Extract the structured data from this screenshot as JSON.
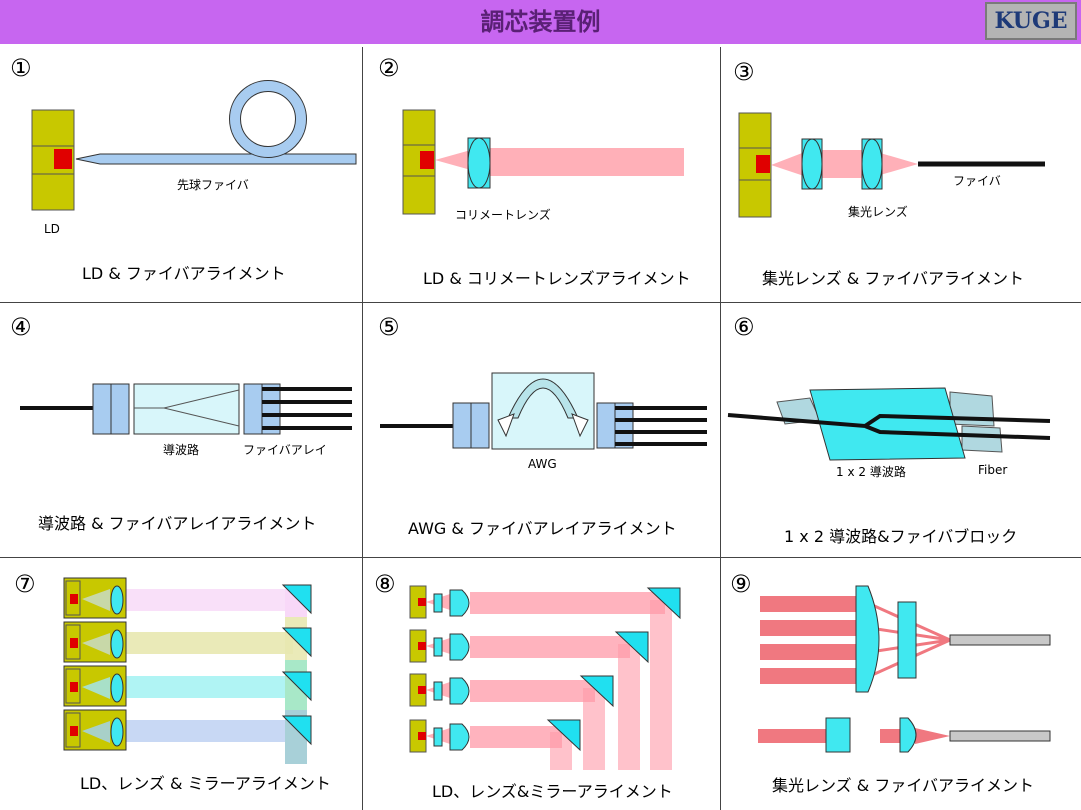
{
  "header": {
    "title": "調芯装置例",
    "logo": "KUGE",
    "color": "#c766f0"
  },
  "colors": {
    "ld": "#c8c800",
    "chip": "#e00000",
    "fiber": "#a8ccf0",
    "beam": "#ffb0b8",
    "lens": "#40e8f0",
    "mirror": "#20e0f0"
  },
  "panels": [
    {
      "number": "①",
      "caption": "LD & ファイバアライメント",
      "labels": [
        "先球ファイバ",
        "LD"
      ]
    },
    {
      "number": "②",
      "caption": "LD & コリメートレンズアライメント",
      "labels": [
        "コリメートレンズ"
      ]
    },
    {
      "number": "③",
      "caption": "集光レンズ & ファイバアライメント",
      "labels": [
        "ファイバ",
        "集光レンズ"
      ]
    },
    {
      "number": "④",
      "caption": "導波路 & ファイバアレイアライメント",
      "labels": [
        "導波路",
        "ファイバアレイ"
      ]
    },
    {
      "number": "⑤",
      "caption": "AWG & ファイバアレイアライメント",
      "labels": [
        "AWG"
      ]
    },
    {
      "number": "⑥",
      "caption": "1 x 2 導波路&ファイバブロック",
      "labels": [
        "1 x 2 導波路",
        "Fiber"
      ]
    },
    {
      "number": "⑦",
      "caption": "LD、レンズ & ミラーアライメント",
      "labels": []
    },
    {
      "number": "⑧",
      "caption": "LD、レンズ&ミラーアライメント",
      "labels": []
    },
    {
      "number": "⑨",
      "caption": "集光レンズ & ファイバアライメント",
      "labels": []
    }
  ]
}
